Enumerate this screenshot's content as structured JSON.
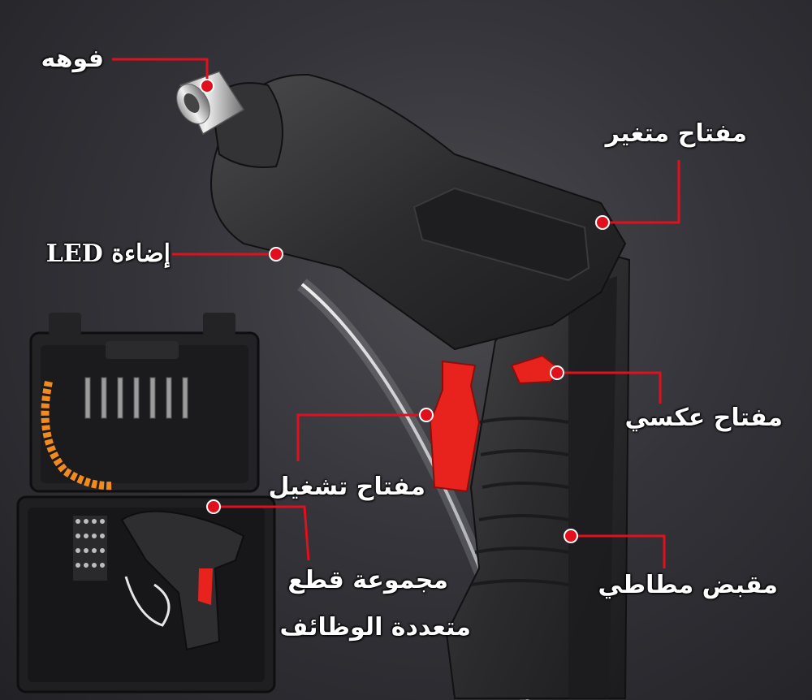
{
  "labels": {
    "nozzle": "فوهه",
    "led": "إضاءة LED",
    "variable_switch": "مفتاح متغير",
    "reverse_switch": "مفتاح عكسي",
    "power_switch": "مفتاح تشغيل",
    "rubber_grip": "مقبض مطاطي",
    "accessory_set_line1": "مجموعة قطع",
    "accessory_set_line2": "متعددة الوظائف"
  },
  "colors": {
    "callout": "#e0101c",
    "text": "#ffffff",
    "tool_body": "#2a2a2c",
    "trigger": "#e8231e"
  }
}
